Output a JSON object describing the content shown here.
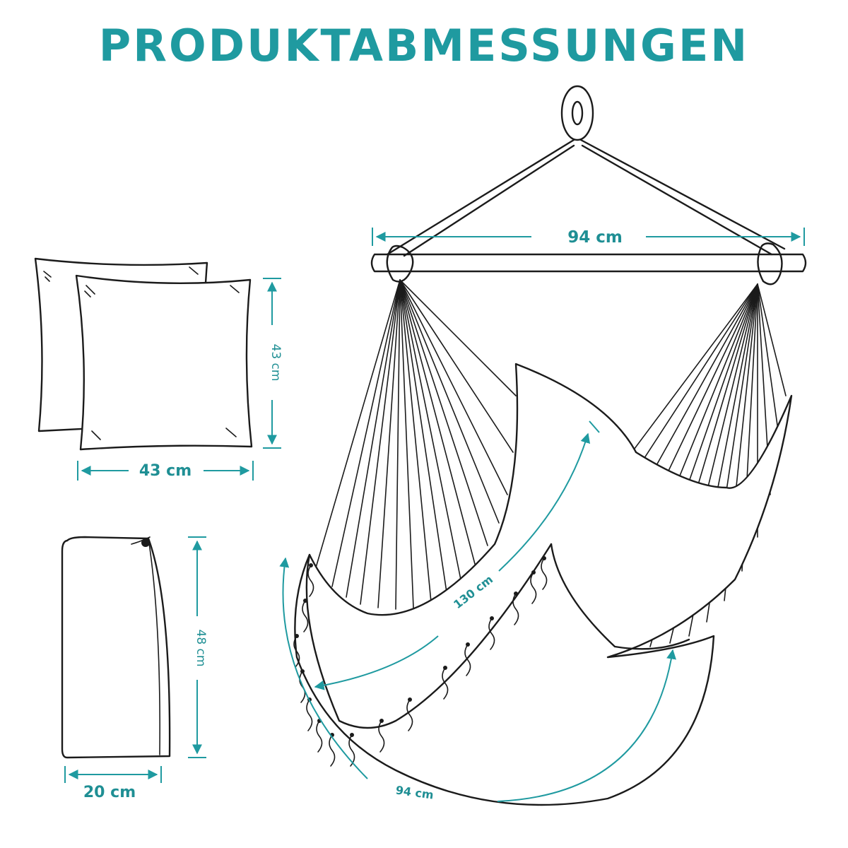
{
  "title": "PRODUKTABMESSUNGEN",
  "accent_color": "#1f9aa0",
  "line_color": "#1b1b1b",
  "dimensions": {
    "chair_bar_width": "94 cm",
    "chair_seat_depth": "130 cm",
    "chair_bottom_length": "94 cm",
    "pillow_width": "43 cm",
    "pillow_height": "43 cm",
    "cushion_height": "48 cm",
    "cushion_depth": "20 cm"
  }
}
